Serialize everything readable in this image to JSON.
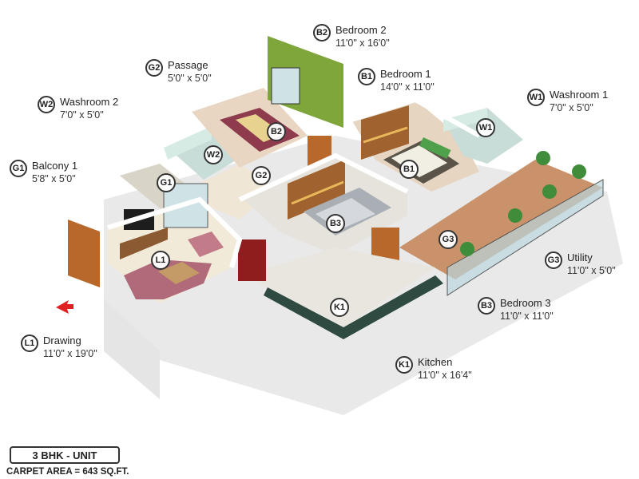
{
  "plan": {
    "unit_label": "3 BHK - UNIT",
    "carpet_area": "CARPET AREA = 643 SQ.FT."
  },
  "rooms": {
    "b2": {
      "code": "B2",
      "name": "Bedroom 2",
      "dims": "11'0\" x 16'0\""
    },
    "g2": {
      "code": "G2",
      "name": "Passage",
      "dims": "5'0\" x 5'0\""
    },
    "b1": {
      "code": "B1",
      "name": "Bedroom 1",
      "dims": "14'0\" x 11'0\""
    },
    "w2": {
      "code": "W2",
      "name": "Washroom 2",
      "dims": "7'0\" x 5'0\""
    },
    "w1": {
      "code": "W1",
      "name": "Washroom 1",
      "dims": "7'0\" x 5'0\""
    },
    "g1": {
      "code": "G1",
      "name": "Balcony 1",
      "dims": "5'8\" x 5'0\""
    },
    "g3": {
      "code": "G3",
      "name": "Utility",
      "dims": "11'0\" x 5'0\""
    },
    "b3": {
      "code": "B3",
      "name": "Bedroom 3",
      "dims": "11'0\" x 11'0\""
    },
    "l1": {
      "code": "L1",
      "name": "Drawing",
      "dims": "11'0\" x 19'0\""
    },
    "k1": {
      "code": "K1",
      "name": "Kitchen",
      "dims": "11'0\" x 16'4\""
    }
  },
  "colors": {
    "wall": "#f4f4f4",
    "accent_wall": "#7ea63b",
    "floor_tile": "#efe6d6",
    "utility_floor": "#c9926a",
    "wood": "#a0622e",
    "kitchen_counter": "#2f4a40",
    "sofa": "#b06a7a",
    "entry_arrow": "#e02020"
  }
}
